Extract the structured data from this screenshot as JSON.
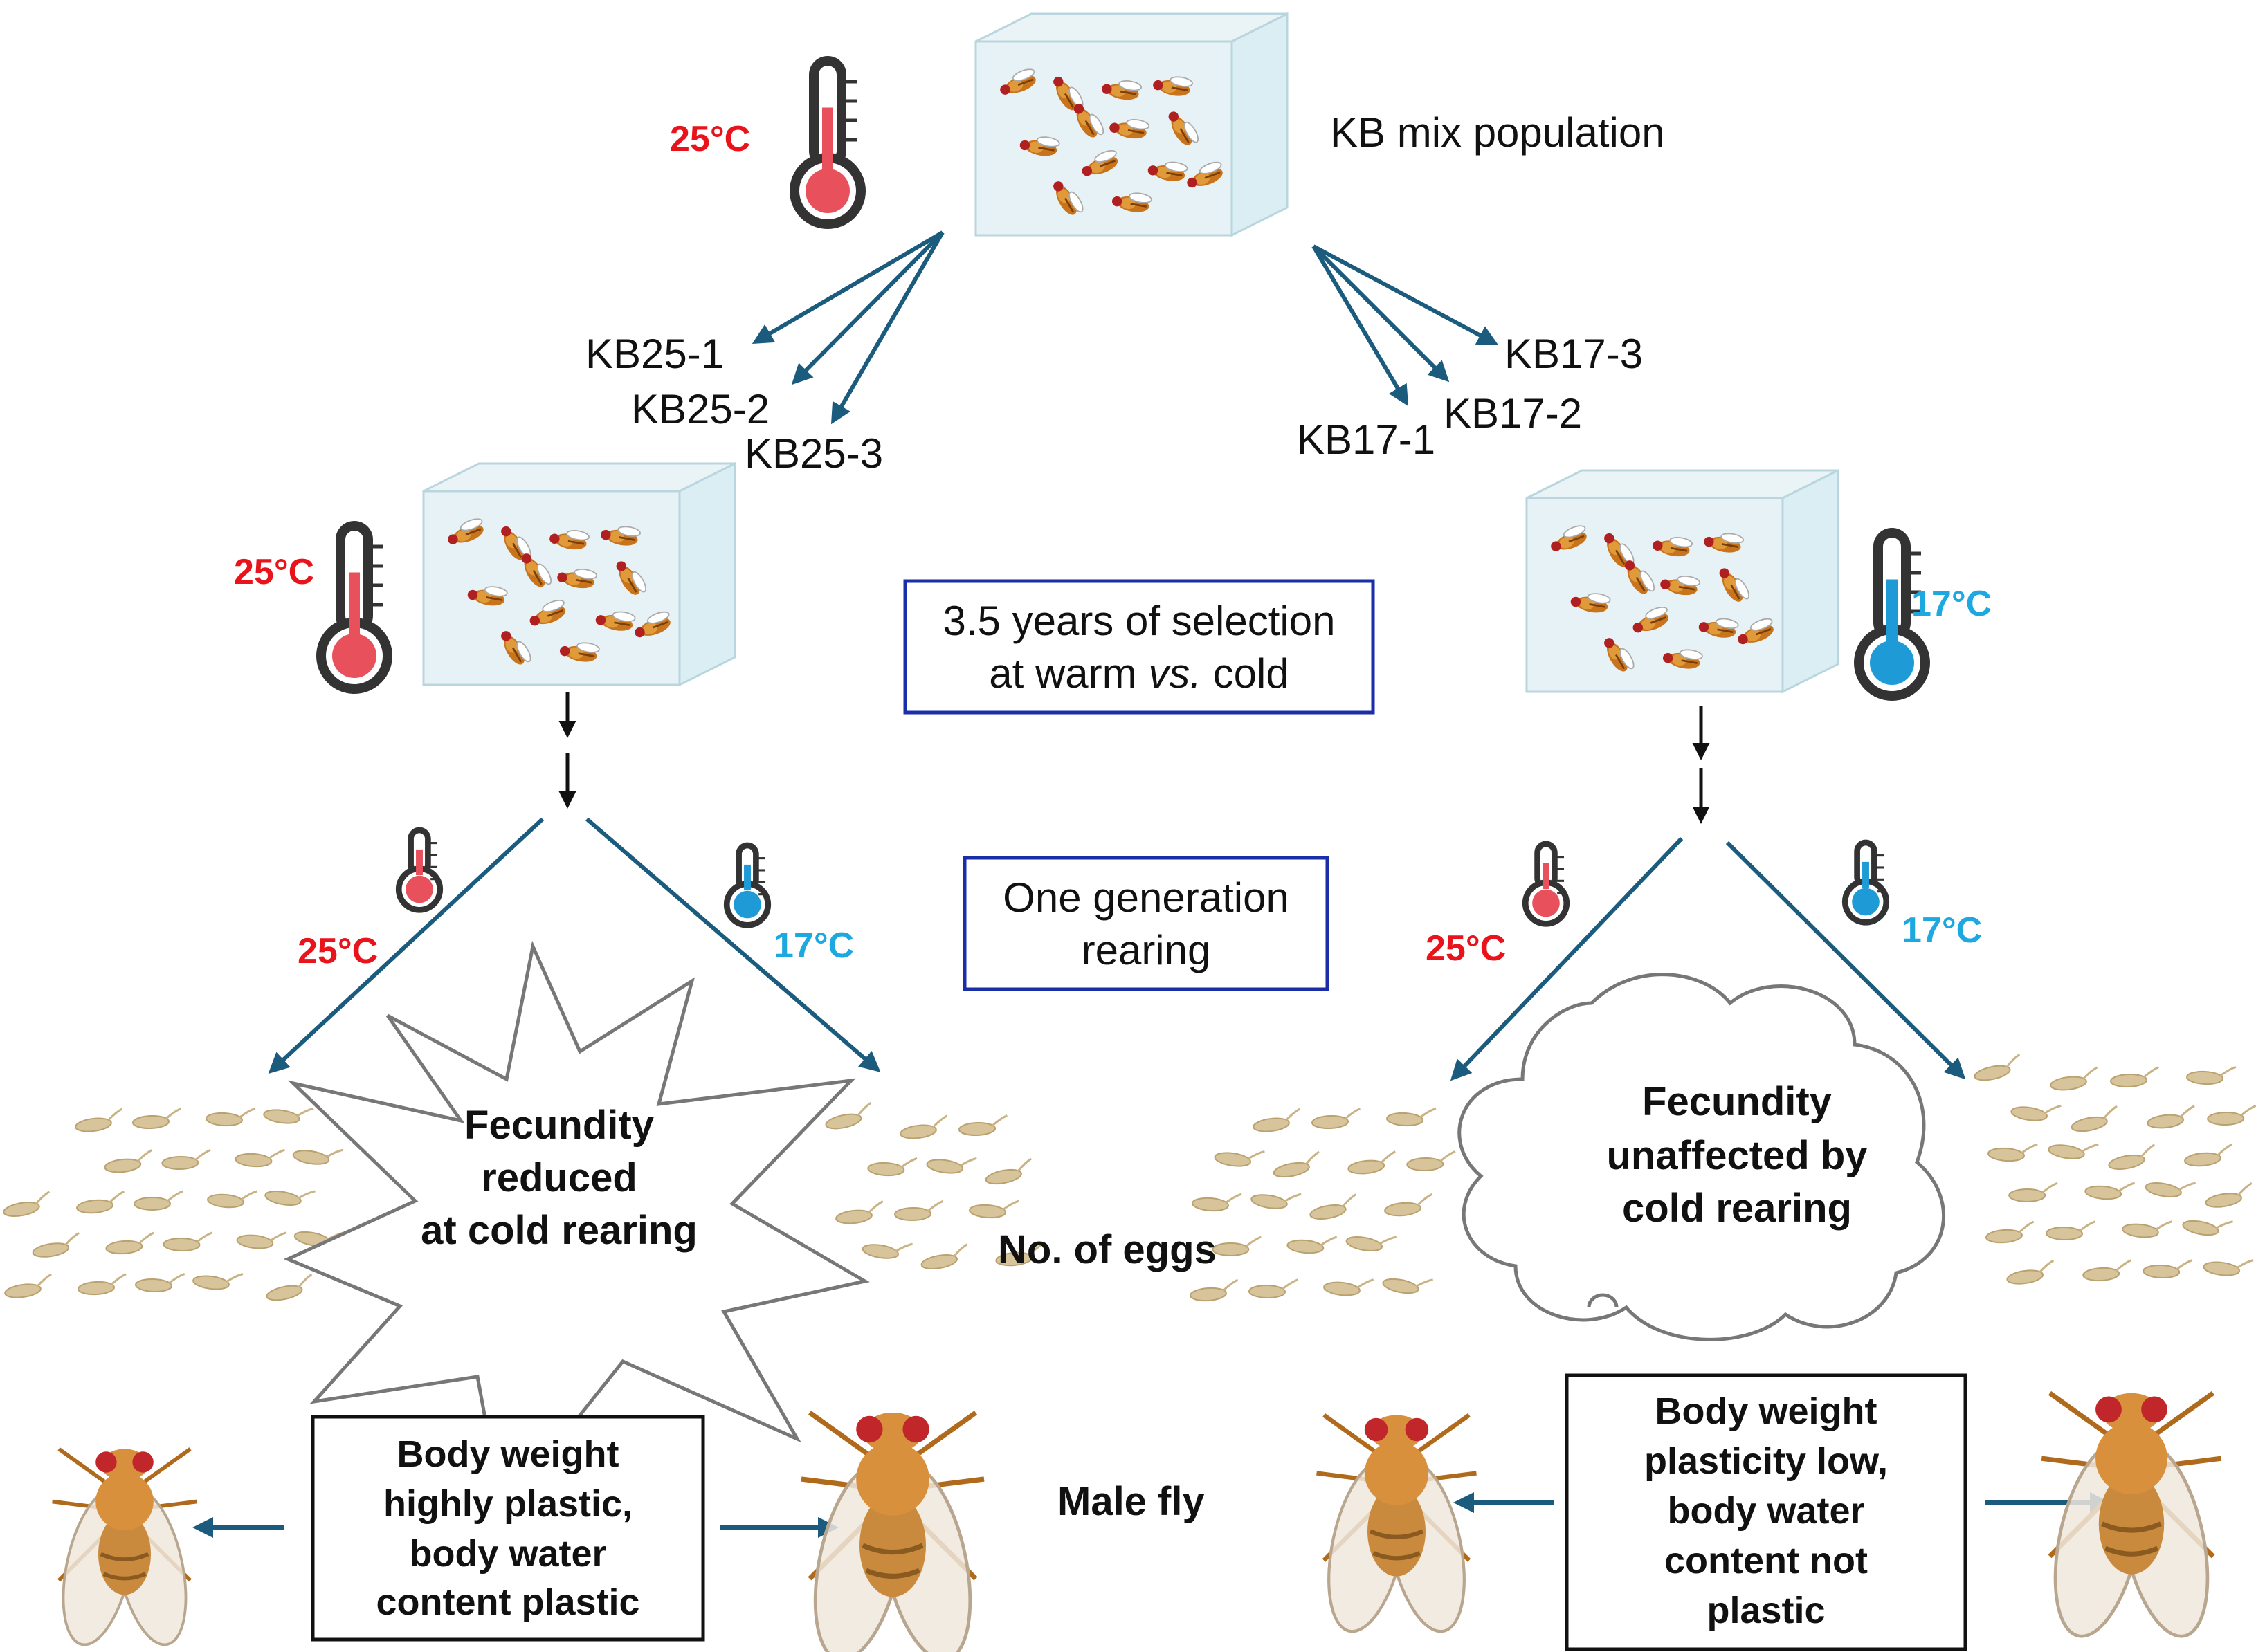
{
  "population": {
    "label": "KB mix population"
  },
  "temperatures": {
    "warm": "25°C",
    "cold": "17°C"
  },
  "lines_warm": [
    "KB25-1",
    "KB25-2",
    "KB25-3"
  ],
  "lines_cold": [
    "KB17-3",
    "KB17-2",
    "KB17-1"
  ],
  "selection_box": {
    "line1": "3.5 years of selection",
    "line2_a": "at warm ",
    "line2_em": "vs.",
    "line2_b": " cold"
  },
  "rearing_box": {
    "line1": "One generation",
    "line2": "rearing"
  },
  "fecundity_left": {
    "line1": "Fecundity",
    "line2": "reduced",
    "line3": "at cold rearing"
  },
  "fecundity_right": {
    "line1": "Fecundity",
    "line2": "unaffected by",
    "line3": "cold rearing"
  },
  "eggs_label": "No. of eggs",
  "male_label": "Male fly",
  "body_left": {
    "line1": "Body weight",
    "line2": "highly plastic,",
    "line3": "body water",
    "line4": "content plastic"
  },
  "body_right": {
    "line1": "Body weight",
    "line2": "plasticity low,",
    "line3": "body water",
    "line4": "content not",
    "line5": "plastic"
  },
  "colors": {
    "warm": "#e8131b",
    "cold": "#1ea8e0",
    "arrow": "#1b5b7e",
    "box_border": "#1a2ea8",
    "thermo_red": "#e8505b",
    "thermo_blue": "#1e9bd6"
  }
}
